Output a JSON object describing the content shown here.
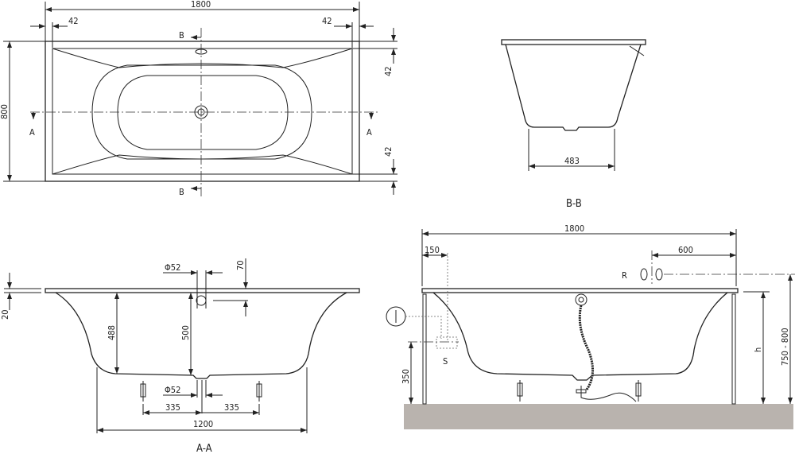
{
  "top_view": {
    "length": "1800",
    "width": "800",
    "rim_left": "42",
    "rim_right": "42",
    "rim_top": "42",
    "rim_bottom": "42",
    "section_b_top": "B",
    "section_b_bottom": "B",
    "section_a_left": "A",
    "section_a_right": "A"
  },
  "section_bb": {
    "bottom_width": "483",
    "title": "B-B"
  },
  "section_aa": {
    "rim_thickness": "20",
    "overflow_diameter": "Φ52",
    "overflow_height": "70",
    "inner_depth": "488",
    "total_depth": "500",
    "drain_diameter": "Φ52",
    "foot_left": "335",
    "foot_right": "335",
    "bottom_length": "1200",
    "title": "A-A"
  },
  "side_view": {
    "length": "1800",
    "offset_left": "150",
    "offset_right": "600",
    "tap_label": "R",
    "socket_label": "S",
    "socket_height": "350",
    "height_label": "h",
    "tap_height": "750 - 800"
  },
  "colors": {
    "floor": "#b9b3ae",
    "line": "#222222"
  }
}
